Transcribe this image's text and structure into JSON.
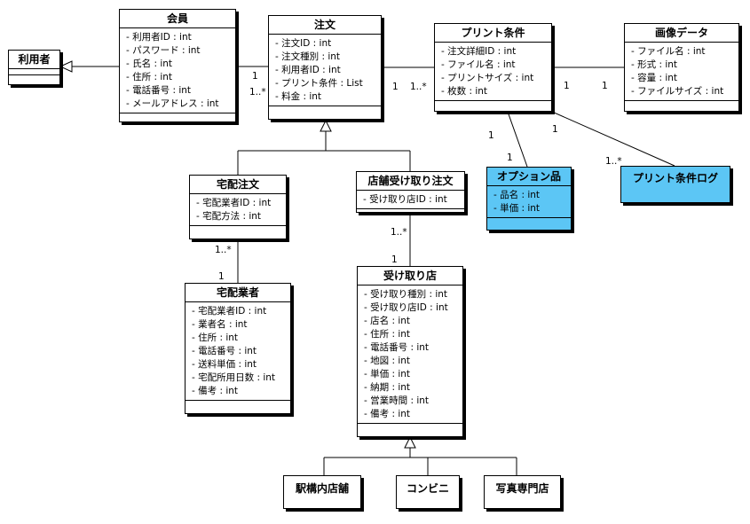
{
  "classes": {
    "user": {
      "name": "利用者",
      "attrs": []
    },
    "member": {
      "name": "会員",
      "attrs": [
        "- 利用者ID : int",
        "- パスワード : int",
        "- 氏名 : int",
        "- 住所 : int",
        "- 電話番号 : int",
        "- メールアドレス : int"
      ]
    },
    "order": {
      "name": "注文",
      "attrs": [
        "- 注文ID : int",
        "- 注文種別 : int",
        "- 利用者ID : int",
        "- プリント条件 : List",
        "- 料金 : int"
      ]
    },
    "print_condition": {
      "name": "プリント条件",
      "attrs": [
        "- 注文詳細ID : int",
        "- ファイル名 : int",
        "- プリントサイズ : int",
        "- 枚数 : int"
      ]
    },
    "image_data": {
      "name": "画像データ",
      "attrs": [
        "- ファイル名 : int",
        "- 形式 : int",
        "- 容量 : int",
        "- ファイルサイズ : int"
      ]
    },
    "option": {
      "name": "オプション品",
      "attrs": [
        "- 品名 : int",
        "- 単価 : int"
      ]
    },
    "print_log": {
      "name": "プリント条件ログ",
      "attrs": []
    },
    "delivery_order": {
      "name": "宅配注文",
      "attrs": [
        "- 宅配業者ID : int",
        "- 宅配方法 : int"
      ]
    },
    "store_pickup_order": {
      "name": "店舗受け取り注文",
      "attrs": [
        "- 受け取り店ID : int"
      ]
    },
    "delivery_company": {
      "name": "宅配業者",
      "attrs": [
        "- 宅配業者ID : int",
        "- 業者名 : int",
        "- 住所 : int",
        "- 電話番号 : int",
        "- 送料単価 : int",
        "- 宅配所用日数 : int",
        "- 備考 : int"
      ]
    },
    "pickup_store": {
      "name": "受け取り店",
      "attrs": [
        "- 受け取り種別 : int",
        "- 受け取り店ID : int",
        "- 店名 : int",
        "- 住所 : int",
        "- 電話番号 : int",
        "- 地図 : int",
        "- 単価 : int",
        "- 納期 : int",
        "- 営業時間 : int",
        "- 備考 : int"
      ]
    },
    "station_store": {
      "name": "駅構内店舗",
      "attrs": []
    },
    "convenience_store": {
      "name": "コンビニ",
      "attrs": []
    },
    "photo_shop": {
      "name": "写真専門店",
      "attrs": []
    }
  },
  "multiplicities": {
    "member_order_member": "1",
    "member_order_order": "1..*",
    "order_print_order": "1",
    "order_print_print": "1..*",
    "print_image_print": "1",
    "print_image_image": "1",
    "print_option_print": "1",
    "print_option_option": "1",
    "print_log_print": "1",
    "print_log_log": "1..*",
    "delivery_company_order": "1..*",
    "delivery_company_company": "1",
    "pickup_store_order": "1..*",
    "pickup_store_store": "1"
  },
  "colors": {
    "highlight": "#5cc6f5",
    "line": "#000000",
    "background": "#ffffff"
  }
}
